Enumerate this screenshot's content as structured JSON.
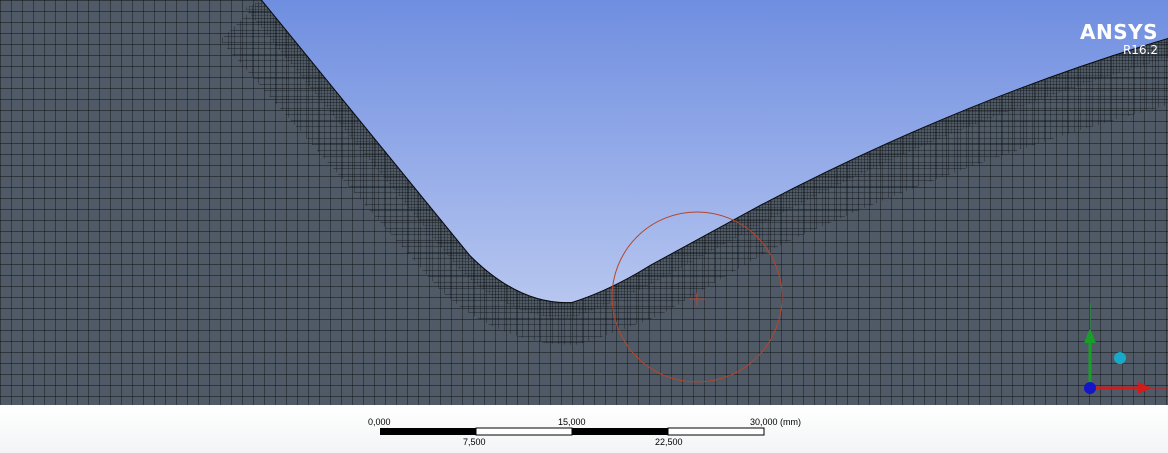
{
  "brand": {
    "name": "ANSYS",
    "version": "R16.2"
  },
  "scale_bar": {
    "top_labels": [
      "0,000",
      "15,000",
      "30,000 (mm)"
    ],
    "bottom_labels": [
      "7,500",
      "22,500"
    ]
  },
  "colors": {
    "background_top": "#6f8ee0",
    "background_bottom": "#cfd9f5",
    "mesh_fill": "#4f5a66",
    "mesh_lines": "#0d1014",
    "highlight_circle": "#b5452a",
    "axis_x": "#d11c1c",
    "axis_y": "#1a9e2a",
    "axis_z": "#1515c8",
    "axis_ball": "#19a9c8"
  },
  "icons": [
    "triad-x-arrow-icon",
    "triad-y-arrow-icon",
    "triad-z-origin-icon",
    "triad-isometric-ball-icon"
  ]
}
